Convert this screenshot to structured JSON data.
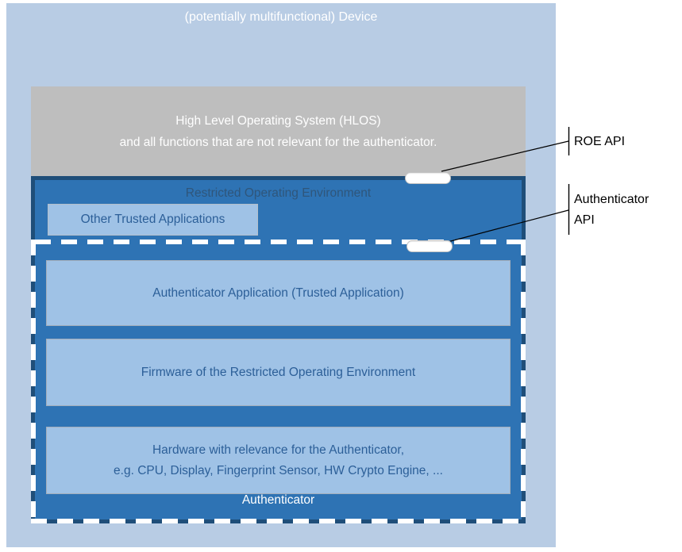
{
  "device": {
    "title": "(potentially multifunctional) Device"
  },
  "hlos": {
    "line1": "High Level Operating System (HLOS)",
    "line2": "and all functions that are not relevant for the authenticator."
  },
  "roe": {
    "title": "Restricted Operating Environment",
    "other_trusted_applications": "Other Trusted Applications"
  },
  "authenticator": {
    "application": "Authenticator Application (Trusted Application)",
    "firmware": "Firmware of the Restricted Operating Environment",
    "hardware_line1": "Hardware with relevance for the Authenticator,",
    "hardware_line2": "e.g. CPU, Display, Fingerprint Sensor, HW Crypto Engine, ...",
    "label": "Authenticator"
  },
  "annotations": {
    "roe_api": {
      "label": "ROE API"
    },
    "authenticator_api": {
      "line1": "Authenticator",
      "line2": "API"
    }
  },
  "colors": {
    "device_fill": "#b8cce4",
    "hlos_fill": "#bebebe",
    "roe_fill": "#2e73b4",
    "roe_border": "#1f4e79",
    "inner_box_fill": "#9fc2e6",
    "inner_box_text": "#2c5f98",
    "dash_color": "#ffffff",
    "annotation_text": "#000000"
  }
}
